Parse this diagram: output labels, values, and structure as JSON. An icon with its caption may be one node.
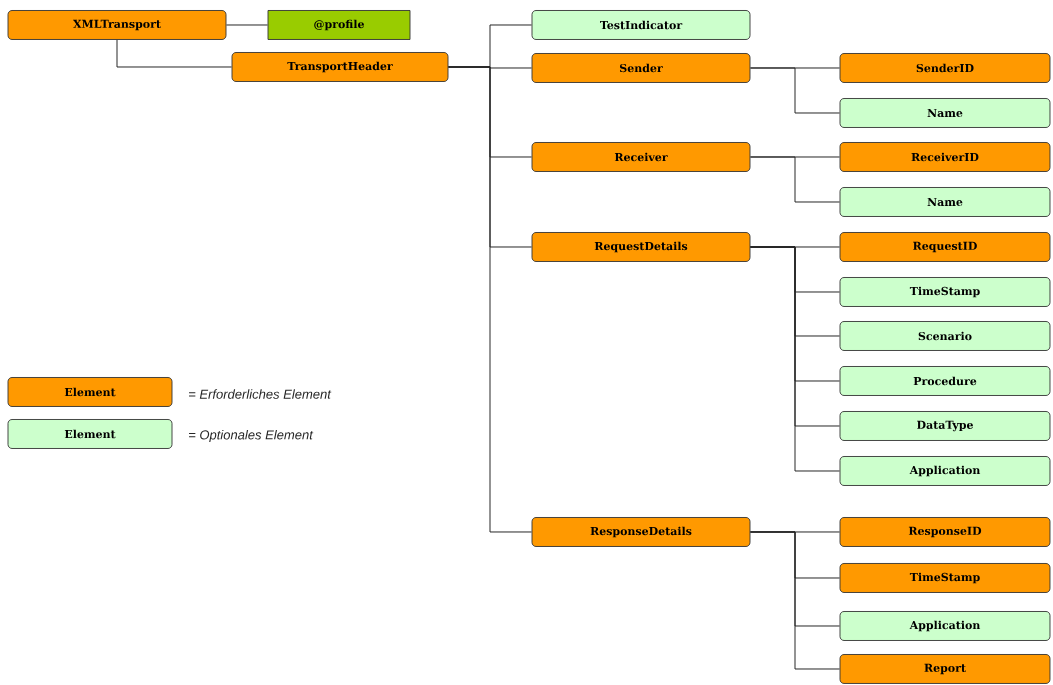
{
  "diagram": {
    "nodes": [
      {
        "text": [
          "XMLTransport"
        ]
      },
      {
        "text": [
          "@profile"
        ]
      },
      {
        "text": [
          "TransportHeader"
        ]
      },
      {
        "text": [
          "TestIndicator"
        ]
      },
      {
        "text": [
          "Sender"
        ]
      },
      {
        "text": [
          "SenderID"
        ]
      },
      {
        "text": [
          "Name"
        ]
      },
      {
        "text": [
          "Receiver"
        ]
      },
      {
        "text": [
          "ReceiverID"
        ]
      },
      {
        "text": [
          "Name"
        ]
      },
      {
        "text": [
          "RequestDetails"
        ]
      },
      {
        "text": [
          "RequestID"
        ]
      },
      {
        "text": [
          "TimeStamp"
        ]
      },
      {
        "text": [
          "Scenario"
        ]
      },
      {
        "text": [
          "Procedure"
        ]
      },
      {
        "text": [
          "DataType"
        ]
      },
      {
        "text": [
          "Application"
        ]
      },
      {
        "text": [
          "ResponseDetails"
        ]
      },
      {
        "text": [
          "ResponseID"
        ]
      },
      {
        "text": [
          "TimeStamp"
        ]
      },
      {
        "text": [
          "Application"
        ]
      },
      {
        "text": [
          "Report"
        ]
      }
    ],
    "edges": [
      {
        "from": 0,
        "to": 1,
        "arrow": "none"
      },
      {
        "from": 0,
        "to": 2,
        "arrow": "none"
      },
      {
        "from": 2,
        "to": 3,
        "arrow": "none"
      },
      {
        "from": 2,
        "to": 4,
        "arrow": "none"
      },
      {
        "from": 2,
        "to": 7,
        "arrow": "none"
      },
      {
        "from": 2,
        "to": 10,
        "arrow": "none"
      },
      {
        "from": 2,
        "to": 17,
        "arrow": "none"
      },
      {
        "from": 4,
        "to": 5,
        "arrow": "none"
      },
      {
        "from": 4,
        "to": 6,
        "arrow": "none"
      },
      {
        "from": 7,
        "to": 8,
        "arrow": "none"
      },
      {
        "from": 7,
        "to": 9,
        "arrow": "none"
      },
      {
        "from": 10,
        "to": 11,
        "arrow": "none"
      },
      {
        "from": 10,
        "to": 12,
        "arrow": "none"
      },
      {
        "from": 10,
        "to": 13,
        "arrow": "none"
      },
      {
        "from": 10,
        "to": 14,
        "arrow": "none"
      },
      {
        "from": 10,
        "to": 15,
        "arrow": "none"
      },
      {
        "from": 10,
        "to": 16,
        "arrow": "none"
      },
      {
        "from": 17,
        "to": 18,
        "arrow": "none"
      },
      {
        "from": 17,
        "to": 19,
        "arrow": "none"
      },
      {
        "from": 17,
        "to": 20,
        "arrow": "none"
      },
      {
        "from": 17,
        "to": 21,
        "arrow": "none"
      }
    ],
    "labels": [
      "Element",
      "Element"
    ],
    "legend": [
      {
        "text": "= Erforderliches Element",
        "color": "#ff9900"
      },
      {
        "text": "= Optionales Element",
        "color": "#ccffcc"
      }
    ]
  }
}
